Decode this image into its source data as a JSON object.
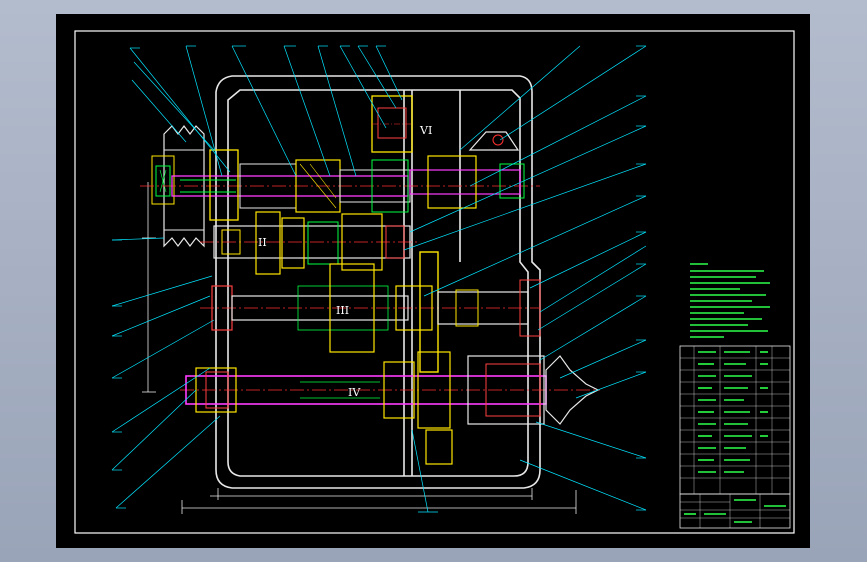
{
  "drawing": {
    "shaft_labels": {
      "II": "II",
      "III": "III",
      "IV": "IV",
      "VI": "VI"
    },
    "colors": {
      "background": "#000000",
      "frame": "#ffffff",
      "leader": "#00e5ff",
      "housing": "#e8e8e8",
      "gear": "#ffe600",
      "shaft": "#ff3cff",
      "centerline": "#ff3030",
      "hatch": "#00ff40",
      "bearing": "#ff4040",
      "notes": "#2dff4a",
      "viewport": "#a7b0c2"
    }
  }
}
